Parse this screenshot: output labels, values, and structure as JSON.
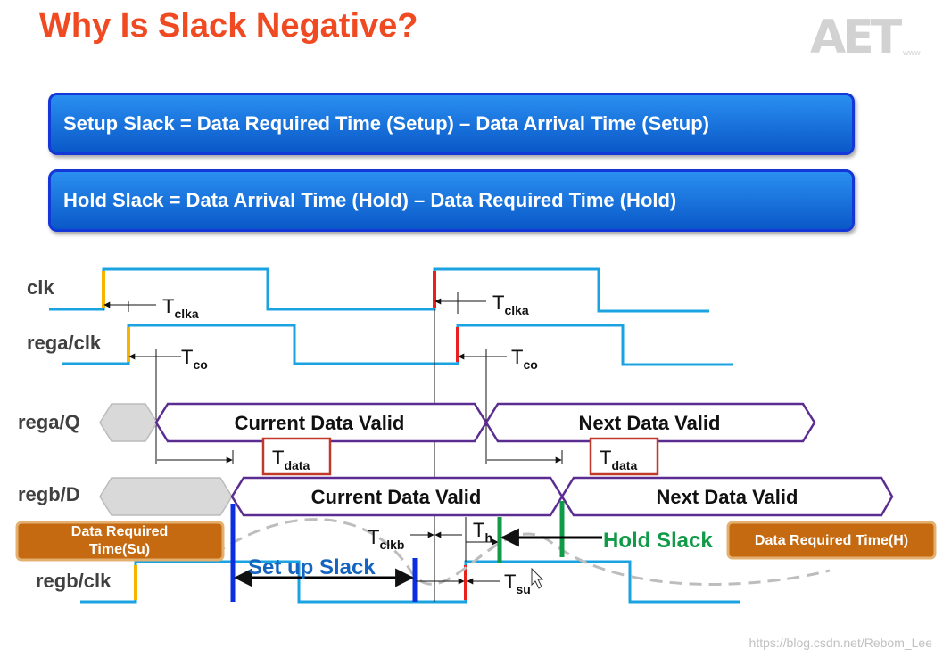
{
  "title": "Why Is Slack Negative?",
  "logo": {
    "text": "AET",
    "sub": "www"
  },
  "formulas": {
    "setup": "Setup Slack = Data Required Time (Setup) – Data Arrival Time (Setup)",
    "hold": "Hold Slack = Data Arrival Time (Hold) – Data Required Time (Hold)"
  },
  "signals": {
    "clk": "clk",
    "rega_clk": "rega/clk",
    "rega_q": "rega/Q",
    "regb_d": "regb/D",
    "regb_clk": "regb/clk"
  },
  "data_labels": {
    "current": "Current Data Valid",
    "next": "Next Data Valid"
  },
  "timing": {
    "T": "T",
    "clka": "clka",
    "co": "co",
    "data": "data",
    "clkb": "clkb",
    "h": "h",
    "su": "su"
  },
  "slack_labels": {
    "setup": "Set up Slack",
    "hold": "Hold Slack",
    "required_su": "Data Required Time(Su)",
    "required_h": "Data Required Time(H)"
  },
  "colors": {
    "title": "#f04a22",
    "wave": "#1aa3e0",
    "setup_slack": "#0a2ee0",
    "hold_slack": "#119a47",
    "launch_edge": "#f5b400",
    "capture_edge": "#e8201e",
    "required_box": "#c56a10"
  },
  "watermark": "https://blog.csdn.net/Rebom_Lee"
}
